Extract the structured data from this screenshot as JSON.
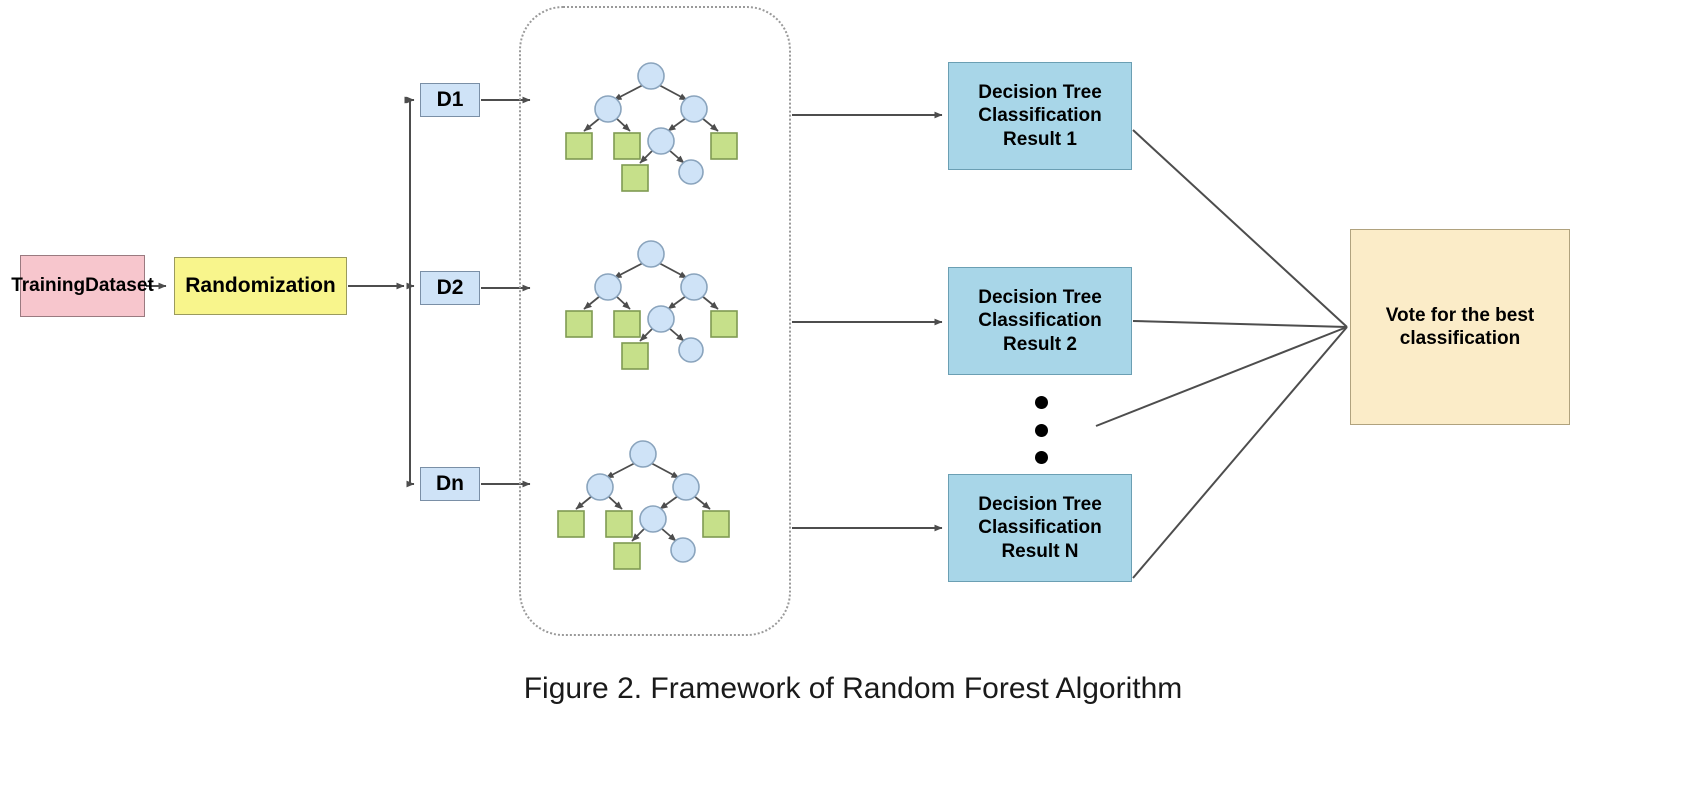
{
  "figure": {
    "caption": "Figure 2. Framework of Random Forest Algorithm",
    "colors": {
      "training_fill": "#f7c6cd",
      "randomization_fill": "#f8f58c",
      "sample_fill": "#cfe3f7",
      "result_fill": "#a8d6e8",
      "vote_fill": "#fbecc8",
      "tree_node_fill": "#cfe3f7",
      "tree_leaf_fill": "#c6e08a",
      "edge_stroke": "#4d4d4d",
      "container_stroke": "#9a9a9a"
    }
  },
  "input": {
    "training_dataset": "Training\nDataset",
    "training_dataset_line1": "Training",
    "training_dataset_line2": "Dataset",
    "randomization": "Randomization"
  },
  "samples": [
    {
      "label": "D1"
    },
    {
      "label": "D2"
    },
    {
      "label": "Dn"
    }
  ],
  "forest": {
    "container_label": "decision-tree-ensemble",
    "tree_count": 3,
    "tree_topology": {
      "nodes": [
        "root",
        "left-child",
        "right-child",
        "mid-node",
        "deep-node"
      ],
      "leaves": 5,
      "description": "binary decision tree with circular internal nodes and square leaf nodes"
    }
  },
  "results": [
    {
      "line1": "Decision Tree",
      "line2": "Classification",
      "line3": "Result 1"
    },
    {
      "line1": "Decision Tree",
      "line2": "Classification",
      "line3": "Result 2"
    },
    {
      "line1": "Decision Tree",
      "line2": "Classification",
      "line3": "Result N"
    }
  ],
  "ellipsis": {
    "label": "vertical-ellipsis",
    "dot_count": 3
  },
  "output": {
    "vote_line1": "Vote for the best",
    "vote_line2": "classification"
  }
}
